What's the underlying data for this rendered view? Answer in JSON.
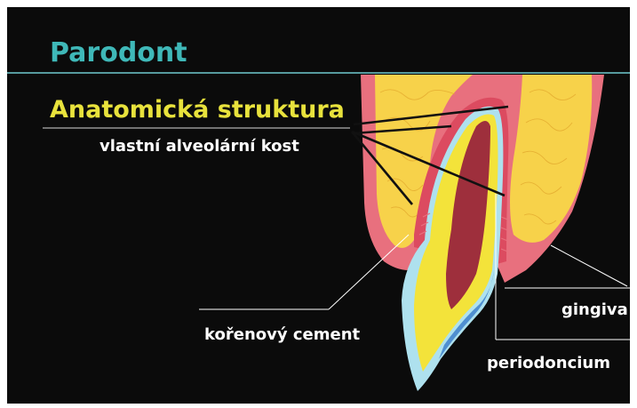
{
  "slide": {
    "title": "Parodont",
    "subtitle": "Anatomická struktura",
    "labels": {
      "alveolar_bone": "vlastní alveolární kost",
      "root_cement": "kořenový cement",
      "gingiva": "gingiva",
      "periodontium": "periodoncium"
    }
  },
  "colors": {
    "background": "#0b0b0b",
    "title": "#3fb8b8",
    "subtitle": "#e8e23c",
    "label": "#ffffff",
    "bone": "#f7d24a",
    "gingiva": "#e8707e",
    "dentin": "#f3e33a",
    "pulp": "#9e2f3c",
    "cement": "#aee1ee"
  }
}
